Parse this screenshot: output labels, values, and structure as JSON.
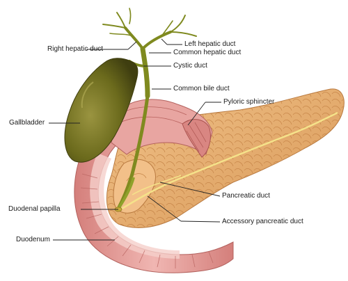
{
  "labels": {
    "right_hepatic_duct": "Right hepatic duct",
    "left_hepatic_duct": "Left hepatic duct",
    "common_hepatic_duct": "Common hepatic duct",
    "cystic_duct": "Cystic duct",
    "common_bile_duct": "Common bile duct",
    "pyloric_sphincter": "Pyloric sphincter",
    "gallbladder": "Gallbladder",
    "pancreatic_duct": "Pancreatic duct",
    "duodenal_papilla": "Duodenal papilla",
    "accessory_pancreatic_duct": "Accessory pancreatic duct",
    "duodenum": "Duodenum"
  },
  "colors": {
    "bile_duct": "#7f8a1f",
    "gallbladder": "#6b6a1c",
    "intestine": "#e7a3a0",
    "intestine_dark": "#c9716e",
    "pancreas": "#e9b67a",
    "pancreas_dark": "#c9894a",
    "leader": "#222222"
  }
}
